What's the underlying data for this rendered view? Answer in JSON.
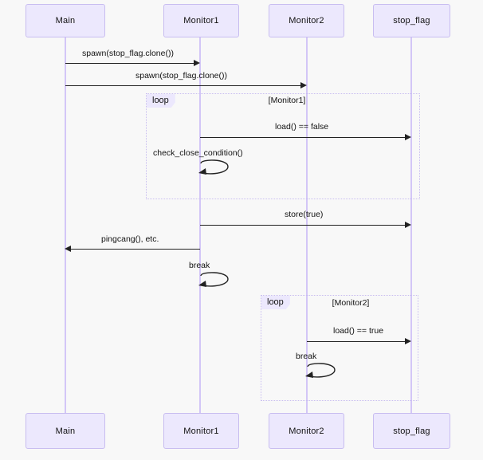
{
  "diagram": {
    "type": "sequence-diagram",
    "background_color": "#f8f8f8",
    "participant_fill": "#ECE8FD",
    "participant_border": "#c8bdf0",
    "lifeline_color": "#d3c6f7",
    "line_color": "#222222"
  },
  "participants": [
    {
      "id": "main",
      "label": "Main"
    },
    {
      "id": "monitor1",
      "label": "Monitor1"
    },
    {
      "id": "monitor2",
      "label": "Monitor2"
    },
    {
      "id": "stop_flag",
      "label": "stop_flag"
    }
  ],
  "participants_bottom": [
    {
      "id": "main",
      "label": "Main"
    },
    {
      "id": "monitor1",
      "label": "Monitor1"
    },
    {
      "id": "monitor2",
      "label": "Monitor2"
    },
    {
      "id": "stop_flag",
      "label": "stop_flag"
    }
  ],
  "messages": [
    {
      "id": "m1",
      "from": "main",
      "to": "monitor1",
      "label": "spawn(stop_flag.clone())",
      "direction": "right"
    },
    {
      "id": "m2",
      "from": "main",
      "to": "monitor2",
      "label": "spawn(stop_flag.clone())",
      "direction": "right"
    },
    {
      "id": "m3",
      "from": "monitor1",
      "to": "stop_flag",
      "label": "load() == false",
      "direction": "right"
    },
    {
      "id": "m4",
      "from": "monitor1",
      "to": "monitor1",
      "label": "check_close_condition()",
      "direction": "self"
    },
    {
      "id": "m5",
      "from": "monitor1",
      "to": "stop_flag",
      "label": "store(true)",
      "direction": "right"
    },
    {
      "id": "m6",
      "from": "monitor1",
      "to": "main",
      "label": "pingcang(), etc.",
      "direction": "left"
    },
    {
      "id": "m7",
      "from": "monitor1",
      "to": "monitor1",
      "label": "break",
      "direction": "self"
    },
    {
      "id": "m8",
      "from": "monitor2",
      "to": "stop_flag",
      "label": "load() == true",
      "direction": "right"
    },
    {
      "id": "m9",
      "from": "monitor2",
      "to": "monitor2",
      "label": "break",
      "direction": "self"
    }
  ],
  "fragments": [
    {
      "id": "loop1",
      "kind": "loop",
      "condition": "[Monitor1]"
    },
    {
      "id": "loop2",
      "kind": "loop",
      "condition": "[Monitor2]"
    }
  ]
}
